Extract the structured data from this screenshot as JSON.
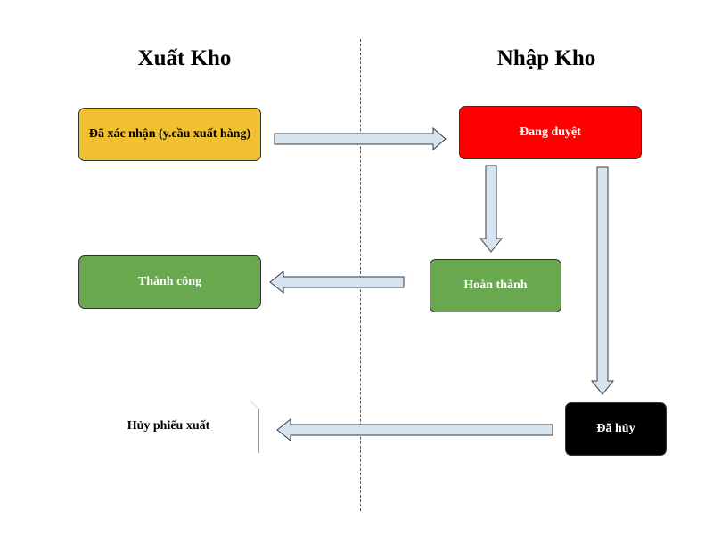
{
  "lanes": {
    "left_title": "Xuất Kho",
    "right_title": "Nhập Kho"
  },
  "nodes": {
    "confirmed": "Đã xác nhận (y.cầu xuất hàng)",
    "reviewing": "Đang duyệt",
    "success": "Thành công",
    "complete": "Hoàn thành",
    "cancel_slip": "Hủy phiếu xuất",
    "cancelled": "Đã hủy"
  },
  "colors": {
    "confirmed": "#f0c030",
    "reviewing": "#ff0000",
    "success": "#6aa84f",
    "complete": "#6aa84f",
    "cancelled": "#000000",
    "cancel_slip": "#ffffff",
    "arrow_fill": "#d6e4f2",
    "arrow_stroke": "#3a3a3a"
  },
  "edges": [
    {
      "from": "confirmed",
      "to": "reviewing"
    },
    {
      "from": "reviewing",
      "to": "complete"
    },
    {
      "from": "reviewing",
      "to": "cancelled"
    },
    {
      "from": "complete",
      "to": "success"
    },
    {
      "from": "cancelled",
      "to": "cancel_slip"
    }
  ]
}
